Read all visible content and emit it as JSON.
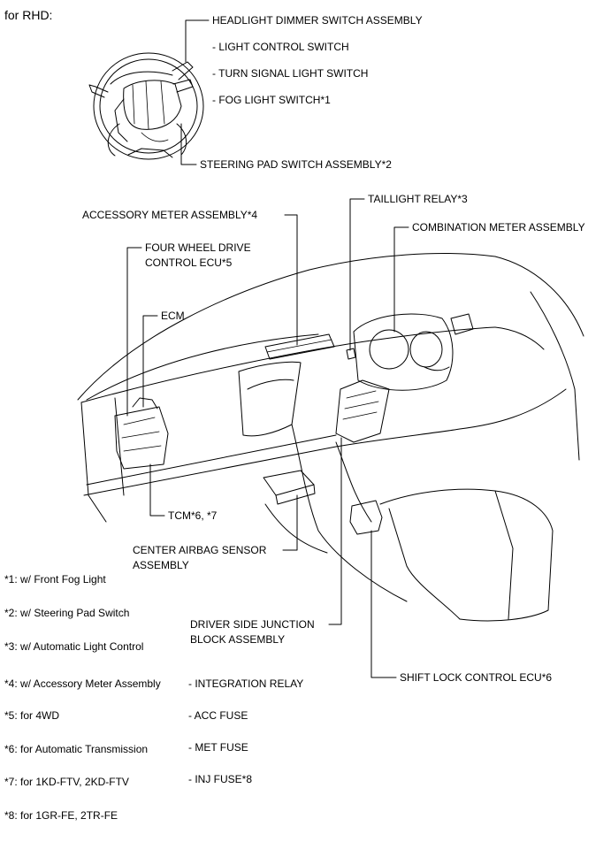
{
  "header": "for RHD:",
  "labels": {
    "headlight_dimmer": "HEADLIGHT DIMMER SWITCH ASSEMBLY",
    "light_control": "- LIGHT CONTROL SWITCH",
    "turn_signal": "- TURN SIGNAL LIGHT SWITCH",
    "fog_light": "- FOG LIGHT SWITCH*1",
    "steering_pad": "STEERING PAD SWITCH ASSEMBLY*2",
    "taillight_relay": "TAILLIGHT RELAY*3",
    "accessory_meter": "ACCESSORY METER ASSEMBLY*4",
    "combination_meter": "COMBINATION METER ASSEMBLY",
    "four_wheel_drive_1": "FOUR WHEEL DRIVE",
    "four_wheel_drive_2": "CONTROL ECU*5",
    "ecm": "ECM",
    "tcm": "TCM*6, *7",
    "center_airbag_1": "CENTER AIRBAG SENSOR",
    "center_airbag_2": "ASSEMBLY",
    "driver_junction_1": "DRIVER SIDE JUNCTION",
    "driver_junction_2": "BLOCK ASSEMBLY",
    "shift_lock": "SHIFT LOCK CONTROL ECU*6",
    "integration_relay": "- INTEGRATION RELAY",
    "acc_fuse": "- ACC FUSE",
    "met_fuse": "- MET FUSE",
    "inj_fuse": "- INJ FUSE*8"
  },
  "footnotes": [
    "*1: w/ Front Fog Light",
    "*2: w/ Steering Pad Switch",
    "*3: w/ Automatic Light Control",
    "*4: w/ Accessory Meter Assembly",
    "*5: for 4WD",
    "*6: for Automatic Transmission",
    "*7: for 1KD-FTV, 2KD-FTV",
    "*8: for 1GR-FE, 2TR-FE"
  ]
}
